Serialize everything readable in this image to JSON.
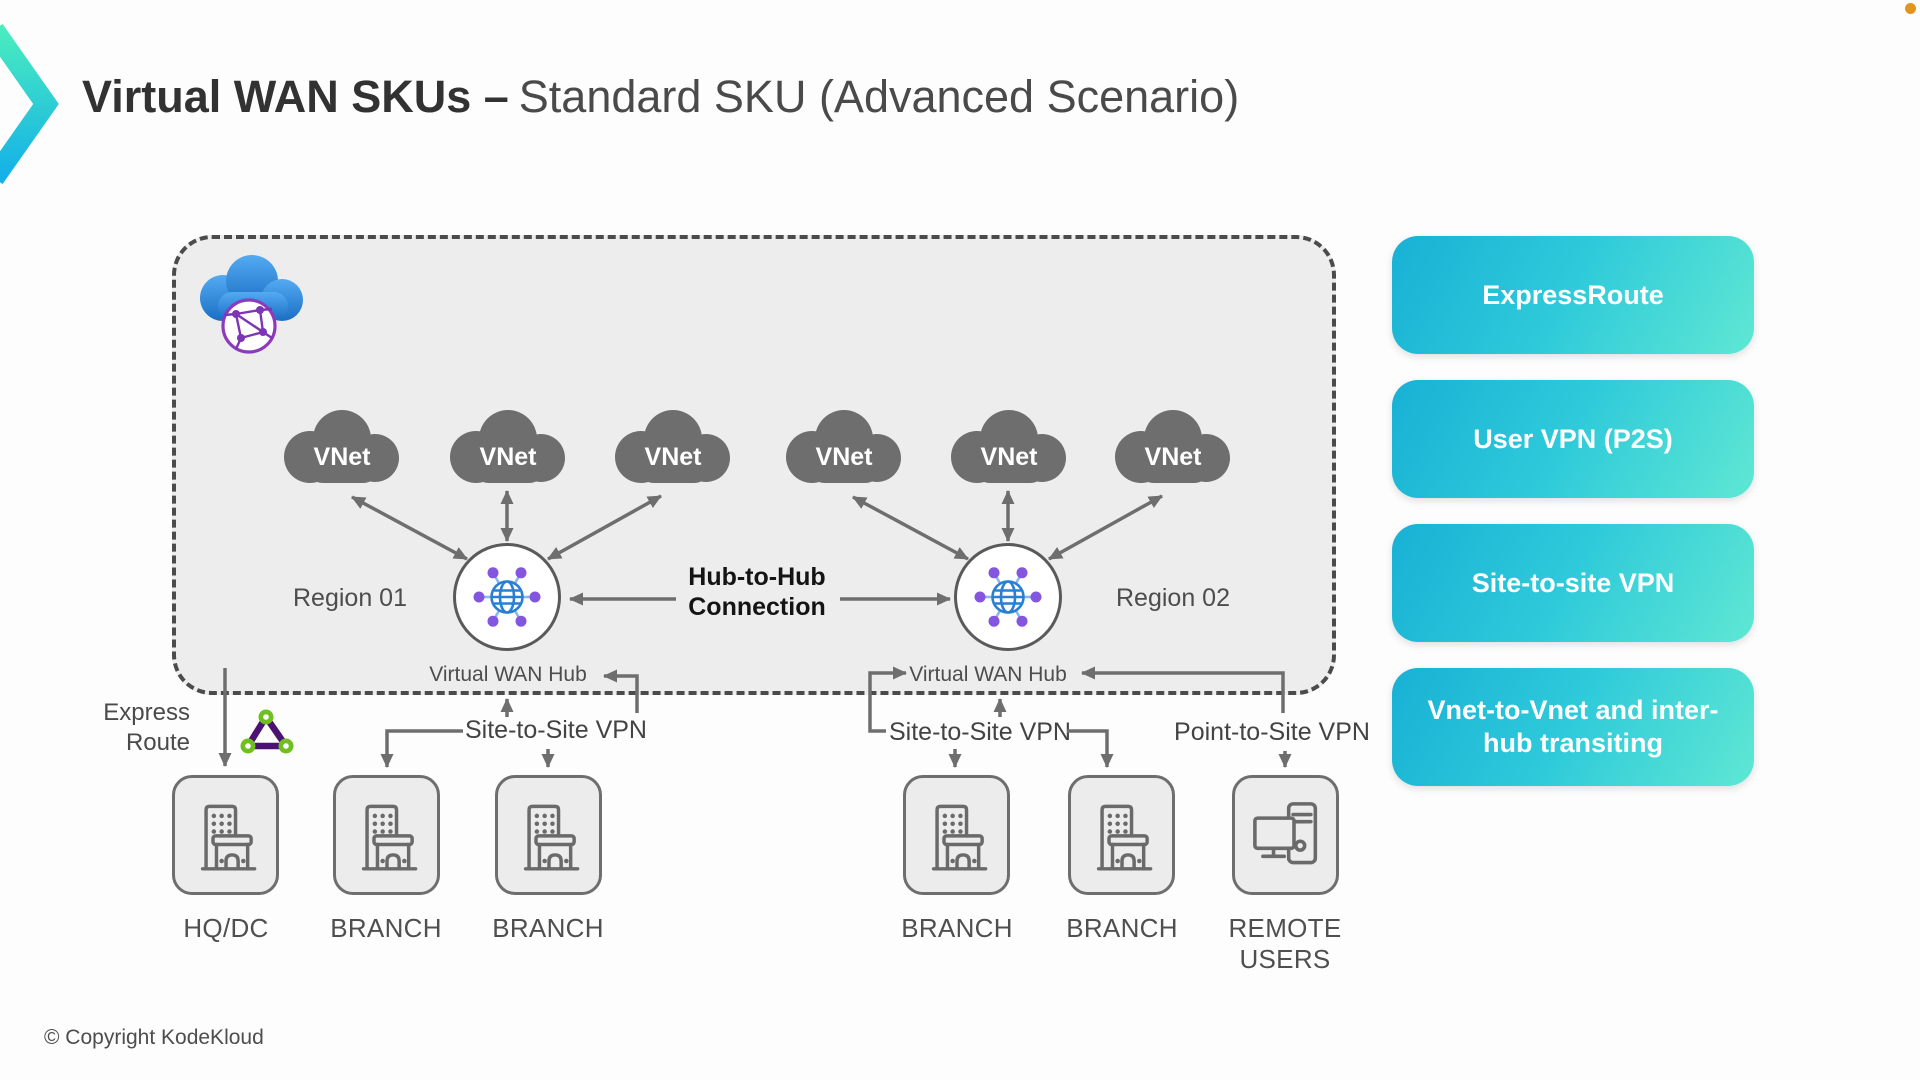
{
  "slide": {
    "title_primary": "Virtual WAN SKUs –",
    "title_secondary": "Standard SKU (Advanced Scenario)",
    "footer": "© Copyright KodeKloud"
  },
  "diagram": {
    "regions": [
      "Region 01",
      "Region 02"
    ],
    "vnet_labels": [
      "VNet",
      "VNet",
      "VNet",
      "VNet",
      "VNet",
      "VNet"
    ],
    "hub_labels": [
      "Virtual WAN Hub",
      "Virtual WAN Hub"
    ],
    "hub_to_hub_label": "Hub-to-Hub Connection",
    "express_route_label": "Express Route",
    "site_to_site_left_label": "Site-to-Site VPN",
    "site_to_site_right_label": "Site-to-Site VPN",
    "point_to_site_label": "Point-to-Site VPN",
    "sites": [
      {
        "label": "HQ/DC",
        "icon": "building"
      },
      {
        "label": "BRANCH",
        "icon": "building"
      },
      {
        "label": "BRANCH",
        "icon": "building"
      },
      {
        "label": "BRANCH",
        "icon": "building"
      },
      {
        "label": "BRANCH",
        "icon": "building"
      },
      {
        "label": "REMOTE USERS",
        "icon": "desktop-computer"
      }
    ]
  },
  "sidebar_cards": [
    {
      "label": "ExpressRoute"
    },
    {
      "label": "User VPN (P2S)"
    },
    {
      "label": "Site-to-site VPN"
    },
    {
      "label": "Vnet-to-Vnet and inter-hub transiting"
    }
  ],
  "colors": {
    "card_gradient_start": "#18b1d5",
    "card_gradient_end": "#5fe7d3",
    "chevron_gradient_top": "#49ecbf",
    "chevron_gradient_bottom": "#14b0e8",
    "accent_dot": "#e2941f",
    "vnet_cloud_gray": "#6e6e6e",
    "connector_gray": "#6e6e6e",
    "container_fill": "#ededed",
    "azure_cloud_blue": "#1a6fc4",
    "globe_purple": "#8d3bbd",
    "hub_node_purple": "#8456e0",
    "hub_globe_blue": "#2a7fd2",
    "express_route_purple": "#4b1173",
    "express_route_green": "#6fc01f"
  }
}
